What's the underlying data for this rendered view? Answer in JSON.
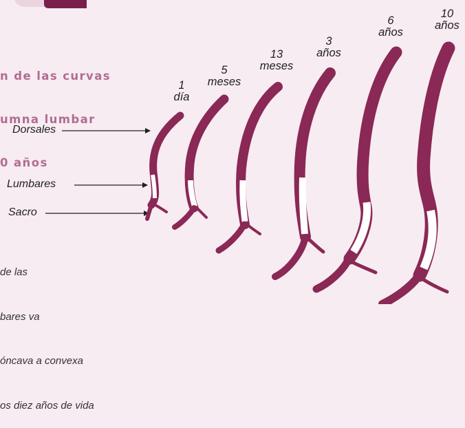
{
  "title_lines": [
    "n de las curvas",
    "umna lumbar",
    "0 años"
  ],
  "labels": {
    "dorsales": "Dorsales",
    "lumbares": "Lumbares",
    "sacro": "Sacro"
  },
  "ages": [
    {
      "number": "1",
      "unit": "día"
    },
    {
      "number": "5",
      "unit": "meses"
    },
    {
      "number": "13",
      "unit": "meses"
    },
    {
      "number": "3",
      "unit": "años"
    },
    {
      "number": "6",
      "unit": "años"
    },
    {
      "number": "10",
      "unit": "años"
    }
  ],
  "caption_lines": [
    "de las",
    "bares va",
    "óncava a convexa",
    "os diez años de vida"
  ],
  "colors": {
    "background": "#f7ecf1",
    "spine": "#8a2856",
    "lumbar_segment": "#ffffff",
    "title": "#b06d92",
    "accent_tab": "#7a1f4c"
  }
}
